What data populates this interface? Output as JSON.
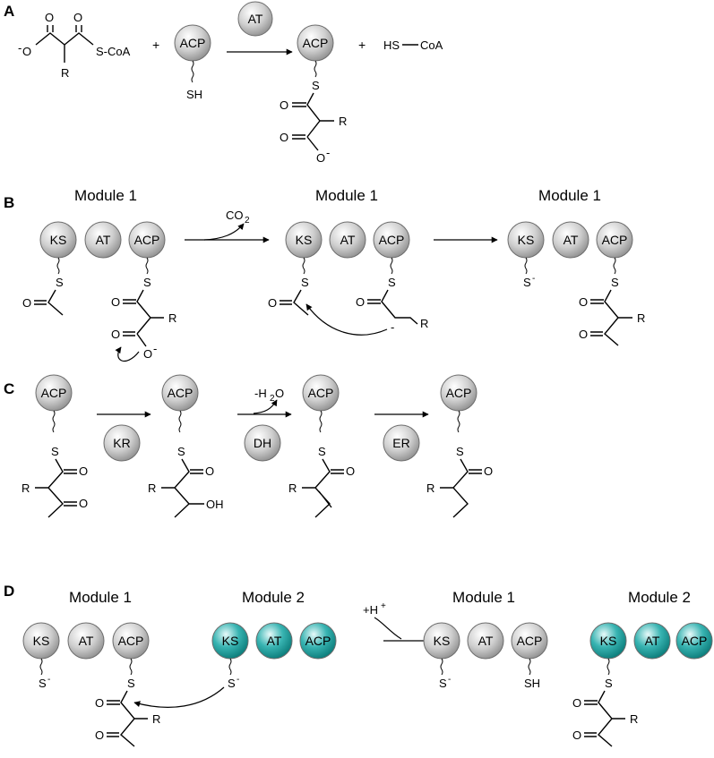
{
  "panels": {
    "a": "A",
    "b": "B",
    "c": "C",
    "d": "D"
  },
  "domains": {
    "at": "AT",
    "acp": "ACP",
    "ks": "KS",
    "kr": "KR",
    "dh": "DH",
    "er": "ER"
  },
  "modules": {
    "m1": "Module 1",
    "m2": "Module 2"
  },
  "atoms": {
    "o": "O",
    "o_minus": "O",
    "minus": "-",
    "s": "S",
    "s_coa": "S-CoA",
    "sh": "SH",
    "hs": "HS",
    "coa": "CoA",
    "r": "R",
    "oh": "OH",
    "plus": "+"
  },
  "byproducts": {
    "co2": "CO",
    "co2_sub": "2",
    "water_prefix": "-H",
    "water_sub": "2",
    "water_suffix": "O",
    "proton": "+H",
    "proton_sup": "+"
  },
  "colors": {
    "gray_domain": "#a8a8a8",
    "teal_domain": "#1a9a9a"
  }
}
